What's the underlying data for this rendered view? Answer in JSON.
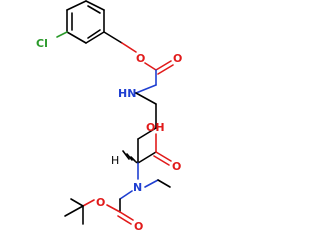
{
  "molecule": {
    "atoms": {
      "cl": "Cl",
      "o_ester_top": "O",
      "o_carbonyl_top": "O",
      "nh": "HN",
      "oh": "OH",
      "o_acid": "O",
      "h_stereo": "H",
      "n_methyl": "N",
      "o_ester_bottom": "O",
      "o_carbonyl_bottom": "O"
    }
  },
  "colors": {
    "carbon": "#000000",
    "oxygen": "#e11a1a",
    "nitrogen": "#1f3fd1",
    "chlorine": "#2a9a2a"
  }
}
